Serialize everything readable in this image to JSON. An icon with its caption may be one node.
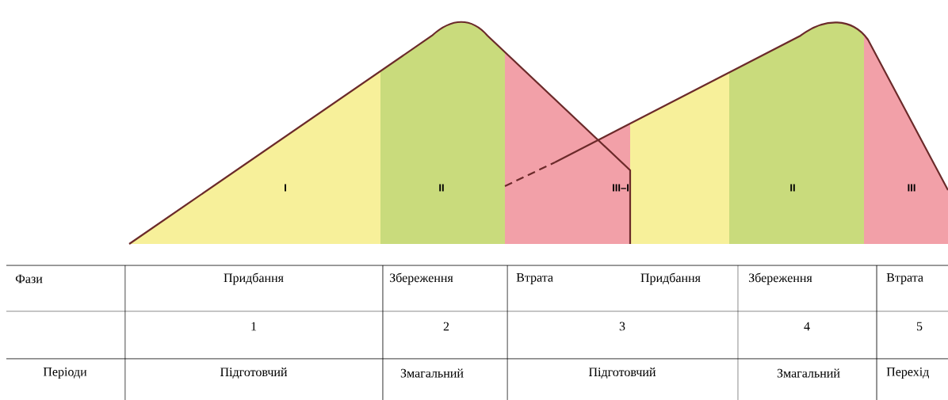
{
  "diagram": {
    "labels": [
      "I",
      "II",
      "III–I",
      "II",
      "III",
      "Фази",
      "Придбання",
      "Збереження",
      "Втрата",
      "Придбання",
      "Збереження",
      "Втрата",
      "1",
      "2",
      "3",
      "4",
      "5",
      "Періоди",
      "Підготовчий",
      "Змагальний",
      "Підготовчий",
      "Змагальний",
      "Перехід"
    ]
  }
}
